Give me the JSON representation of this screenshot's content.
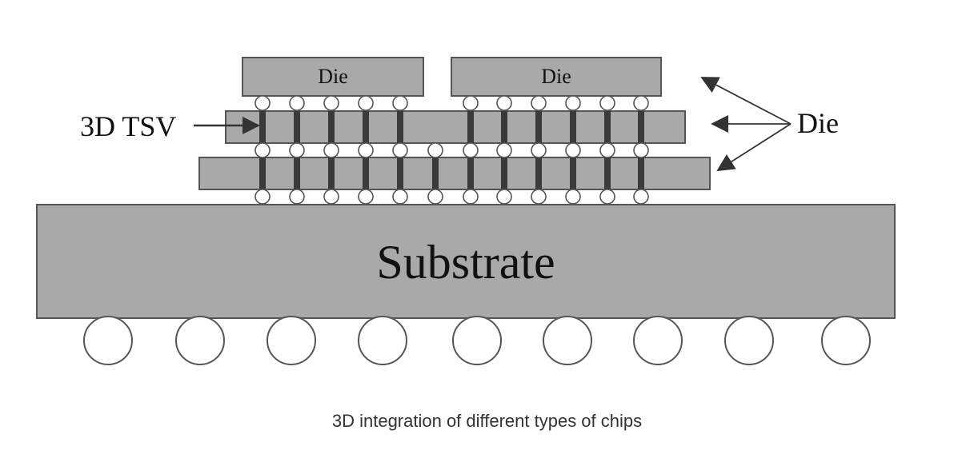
{
  "diagram": {
    "labels": {
      "die_top_left": "Die",
      "die_top_right": "Die",
      "die_callout": "Die",
      "tsv_callout": "3D TSV",
      "substrate": "Substrate"
    },
    "colors": {
      "layer_fill": "#a9a9a9",
      "outline": "#555555",
      "via": "#3a3a3a",
      "bump_fill": "#ffffff",
      "arrow": "#333333"
    }
  },
  "caption": "3D integration of different types of chips"
}
